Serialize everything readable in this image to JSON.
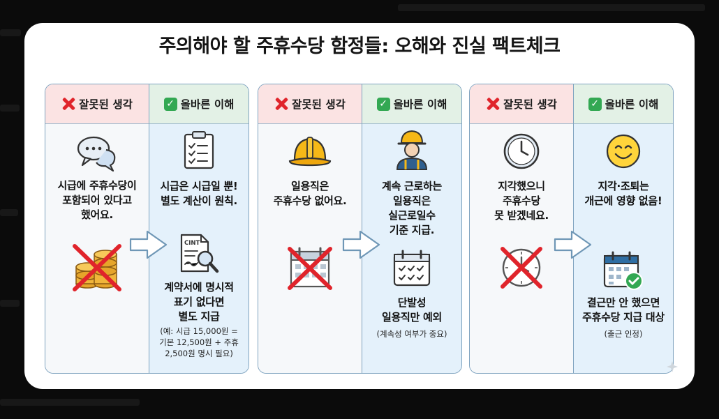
{
  "title": "주의해야 할 주휴수당 함정들: 오해와 진실 팩트체크",
  "headers": {
    "wrong": "잘못된 생각",
    "right": "올바른 이해"
  },
  "colors": {
    "wrong_red": "#e0242b",
    "right_green": "#33a853",
    "panel_border": "#7fa3bf",
    "right_bg": "#e4f1fb"
  },
  "panels": [
    {
      "wrong": {
        "icon": "speech-bubbles-icon",
        "text": "시급에 주휴수당이\n포함되어 있다고\n했어요.",
        "crossed_icon": "coins-icon"
      },
      "right": {
        "icon1": "clipboard-checklist-icon",
        "text1": "시급은 시급일 뿐!\n별도 계산이 원칙.",
        "icon2": "contract-magnifier-icon",
        "icon2_label": "CINT",
        "text2": "계약서에 명시적\n표기 없다면\n별도 지급",
        "note": "(예: 시급 15,000원 =\n기본 12,500원 + 주휴\n2,500원 명시 필요)"
      }
    },
    {
      "wrong": {
        "icon": "hard-hat-icon",
        "text": "일용직은\n주휴수당 없어요.",
        "crossed_icon": "calendar-icon"
      },
      "right": {
        "icon1": "worker-icon",
        "text1": "계속 근로하는\n일용직은\n실근로일수\n기준 지급.",
        "icon2": "calendar-checks-icon",
        "text2": "단발성\n일용직만 예외",
        "note": "(계속성 여부가 중요)"
      }
    },
    {
      "wrong": {
        "icon": "clock-icon",
        "text": "지각했으니\n주휴수당\n못 받겠네요.",
        "crossed_icon": "clock-icon"
      },
      "right": {
        "icon1": "smiley-icon",
        "text1": "지각·조퇴는\n개근에 영향 없음!",
        "icon2": "calendar-check-badge-icon",
        "text2": "결근만 안 했으면\n주휴수당 지급 대상",
        "note": "(출근 인정)"
      }
    }
  ]
}
